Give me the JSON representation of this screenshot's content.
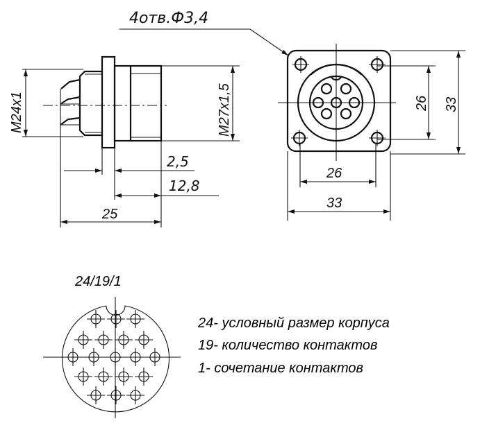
{
  "side_view": {
    "thread_left": "M24x1",
    "thread_right": "M27x1,5",
    "dim_flange": "2,5",
    "dim_body": "12,8",
    "dim_total": "25"
  },
  "front_view": {
    "holes_note": "4отв.Ф3,4",
    "dim_hole_spacing_v": "26",
    "dim_size_v": "33",
    "dim_hole_spacing_h": "26",
    "dim_size_h": "33"
  },
  "contact_layout": {
    "code": "24/19/1",
    "legend": [
      "24- условный размер корпуса",
      "19- количество контактов",
      "1- сочетание контактов"
    ]
  }
}
